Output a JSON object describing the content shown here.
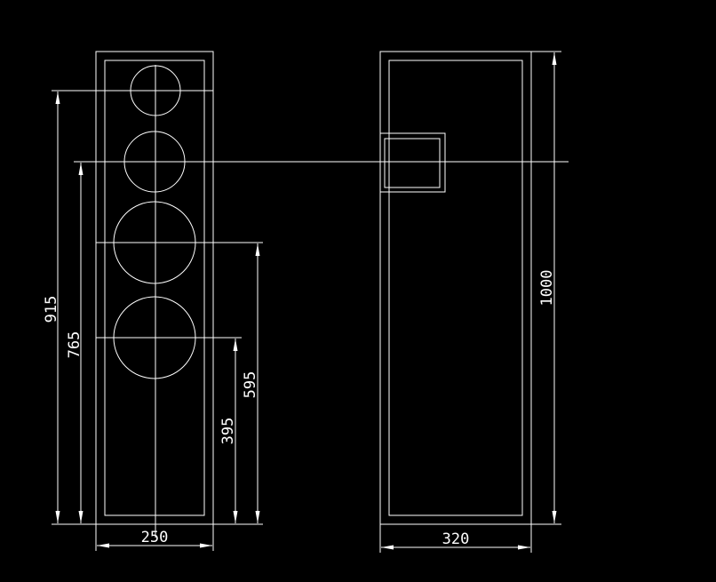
{
  "colors": {
    "background": "#000000",
    "line": "#ffffff"
  },
  "front_view": {
    "width_label": "250",
    "dims": [
      {
        "name": "dim-915",
        "label": "915"
      },
      {
        "name": "dim-765",
        "label": "765"
      },
      {
        "name": "dim-595",
        "label": "595"
      },
      {
        "name": "dim-395",
        "label": "395"
      }
    ]
  },
  "side_view": {
    "width_label": "320",
    "height_label": "1000"
  }
}
